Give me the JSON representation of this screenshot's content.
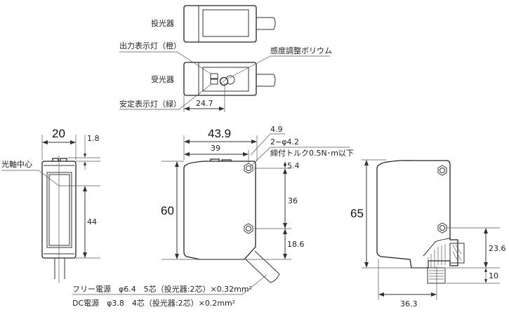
{
  "top_view": {
    "emitter_label": "投光器",
    "receiver_label": "受光器",
    "output_indicator_label": "出力表示灯（橙）",
    "sensitivity_label": "感度調整ボリウム",
    "stability_indicator_label": "安定表示灯（緑）",
    "dim_knob": "24.7"
  },
  "front_view": {
    "optical_axis_label": "光軸中心",
    "dim_width": "20",
    "dim_top": "1.8",
    "dim_axis": "44"
  },
  "side_view": {
    "dim_total_width": "43.9",
    "dim_hole_pitch_x": "39",
    "dim_edge": "4.9",
    "hole_spec": "2−φ4.2",
    "torque_spec": "締付トルク0.5N･m以下",
    "dim_top_hole": "5.4",
    "dim_hole_pitch_y": "36",
    "dim_bottom_hole": "18.6",
    "dim_height": "60"
  },
  "connector_view": {
    "dim_height": "65",
    "dim_hole_to_base": "23.6",
    "dim_connector": "10",
    "dim_width": "36.3"
  },
  "cable_notes": [
    "フリー電源　φ6.4　5芯（投光器:2芯）×0.32mm²",
    "DC電源　φ3.8　4芯（投光器:2芯）×0.2mm²"
  ]
}
